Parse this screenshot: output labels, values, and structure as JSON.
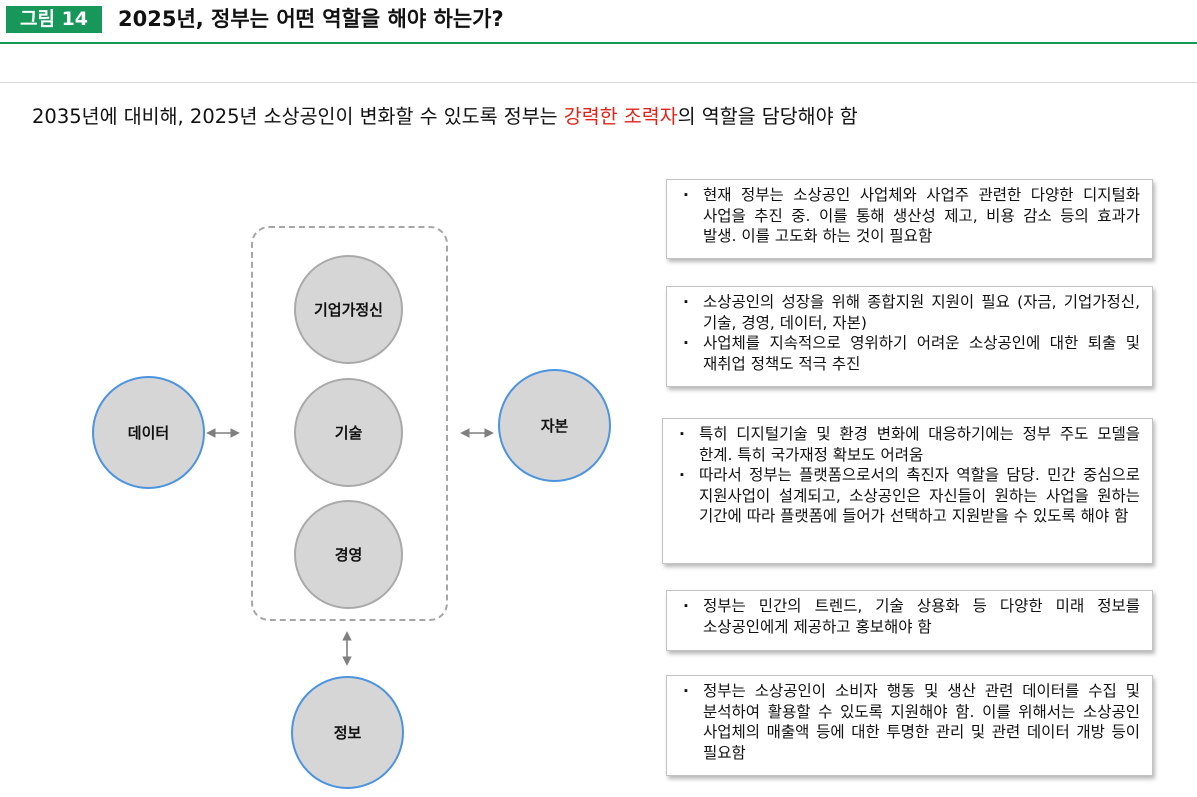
{
  "header": {
    "figure_label": "그림 14",
    "title": "2025년, 정부는 어떤 역할을 해야 하는가?"
  },
  "subtitle": {
    "before": "2035년에 대비해, 2025년 소상공인이 변화할 수 있도록 정부는 ",
    "highlight": "강력한 조력자",
    "after": "의 역할을 담당해야 함",
    "highlight_color": "#e2231a"
  },
  "diagram": {
    "center_nodes": [
      "기업가정신",
      "기술",
      "경영"
    ],
    "left_node": "데이터",
    "right_node": "자본",
    "bottom_node": "정보"
  },
  "notes": [
    [
      "현재 정부는 소상공인 사업체와 사업주 관련한 다양한 디지털화 사업을 추진 중. 이를 통해 생산성 제고, 비용 감소 등의 효과가 발생. 이를 고도화 하는 것이 필요함"
    ],
    [
      "소상공인의 성장을 위해 종합지원 지원이 필요 (자금, 기업가정신, 기술, 경영, 데이터, 자본)",
      "사업체를 지속적으로 영위하기 어려운 소상공인에 대한 퇴출 및 재취업 정책도 적극 추진"
    ],
    [
      "특히 디지털기술 및 환경 변화에 대응하기에는 정부 주도 모델을 한계. 특히 국가재정 확보도 어려움",
      "따라서 정부는 플랫폼으로서의 촉진자 역할을 담당. 민간 중심으로 지원사업이 설계되고, 소상공인은 자신들이 원하는 사업을 원하는 기간에 따라 플랫폼에 들어가 선택하고 지원받을 수 있도록 해야 함"
    ],
    [
      "정부는 민간의 트렌드, 기술 상용화 등 다양한 미래 정보를 소상공인에게 제공하고 홍보해야 함"
    ],
    [
      "정부는 소상공인이 소비자 행동 및 생산 관련 데이터를 수집 및 분석하여 활용할 수 있도록 지원해야 함. 이를 위해서는 소상공인 사업체의 매출액 등에 대한 투명한 관리 및 관련 데이터 개방 등이 필요함"
    ]
  ],
  "colors": {
    "accent_green": "#17975a",
    "node_fill": "#d6d6d6",
    "outer_node_border": "#4d94e0",
    "inner_node_border": "#a9a9a9"
  }
}
